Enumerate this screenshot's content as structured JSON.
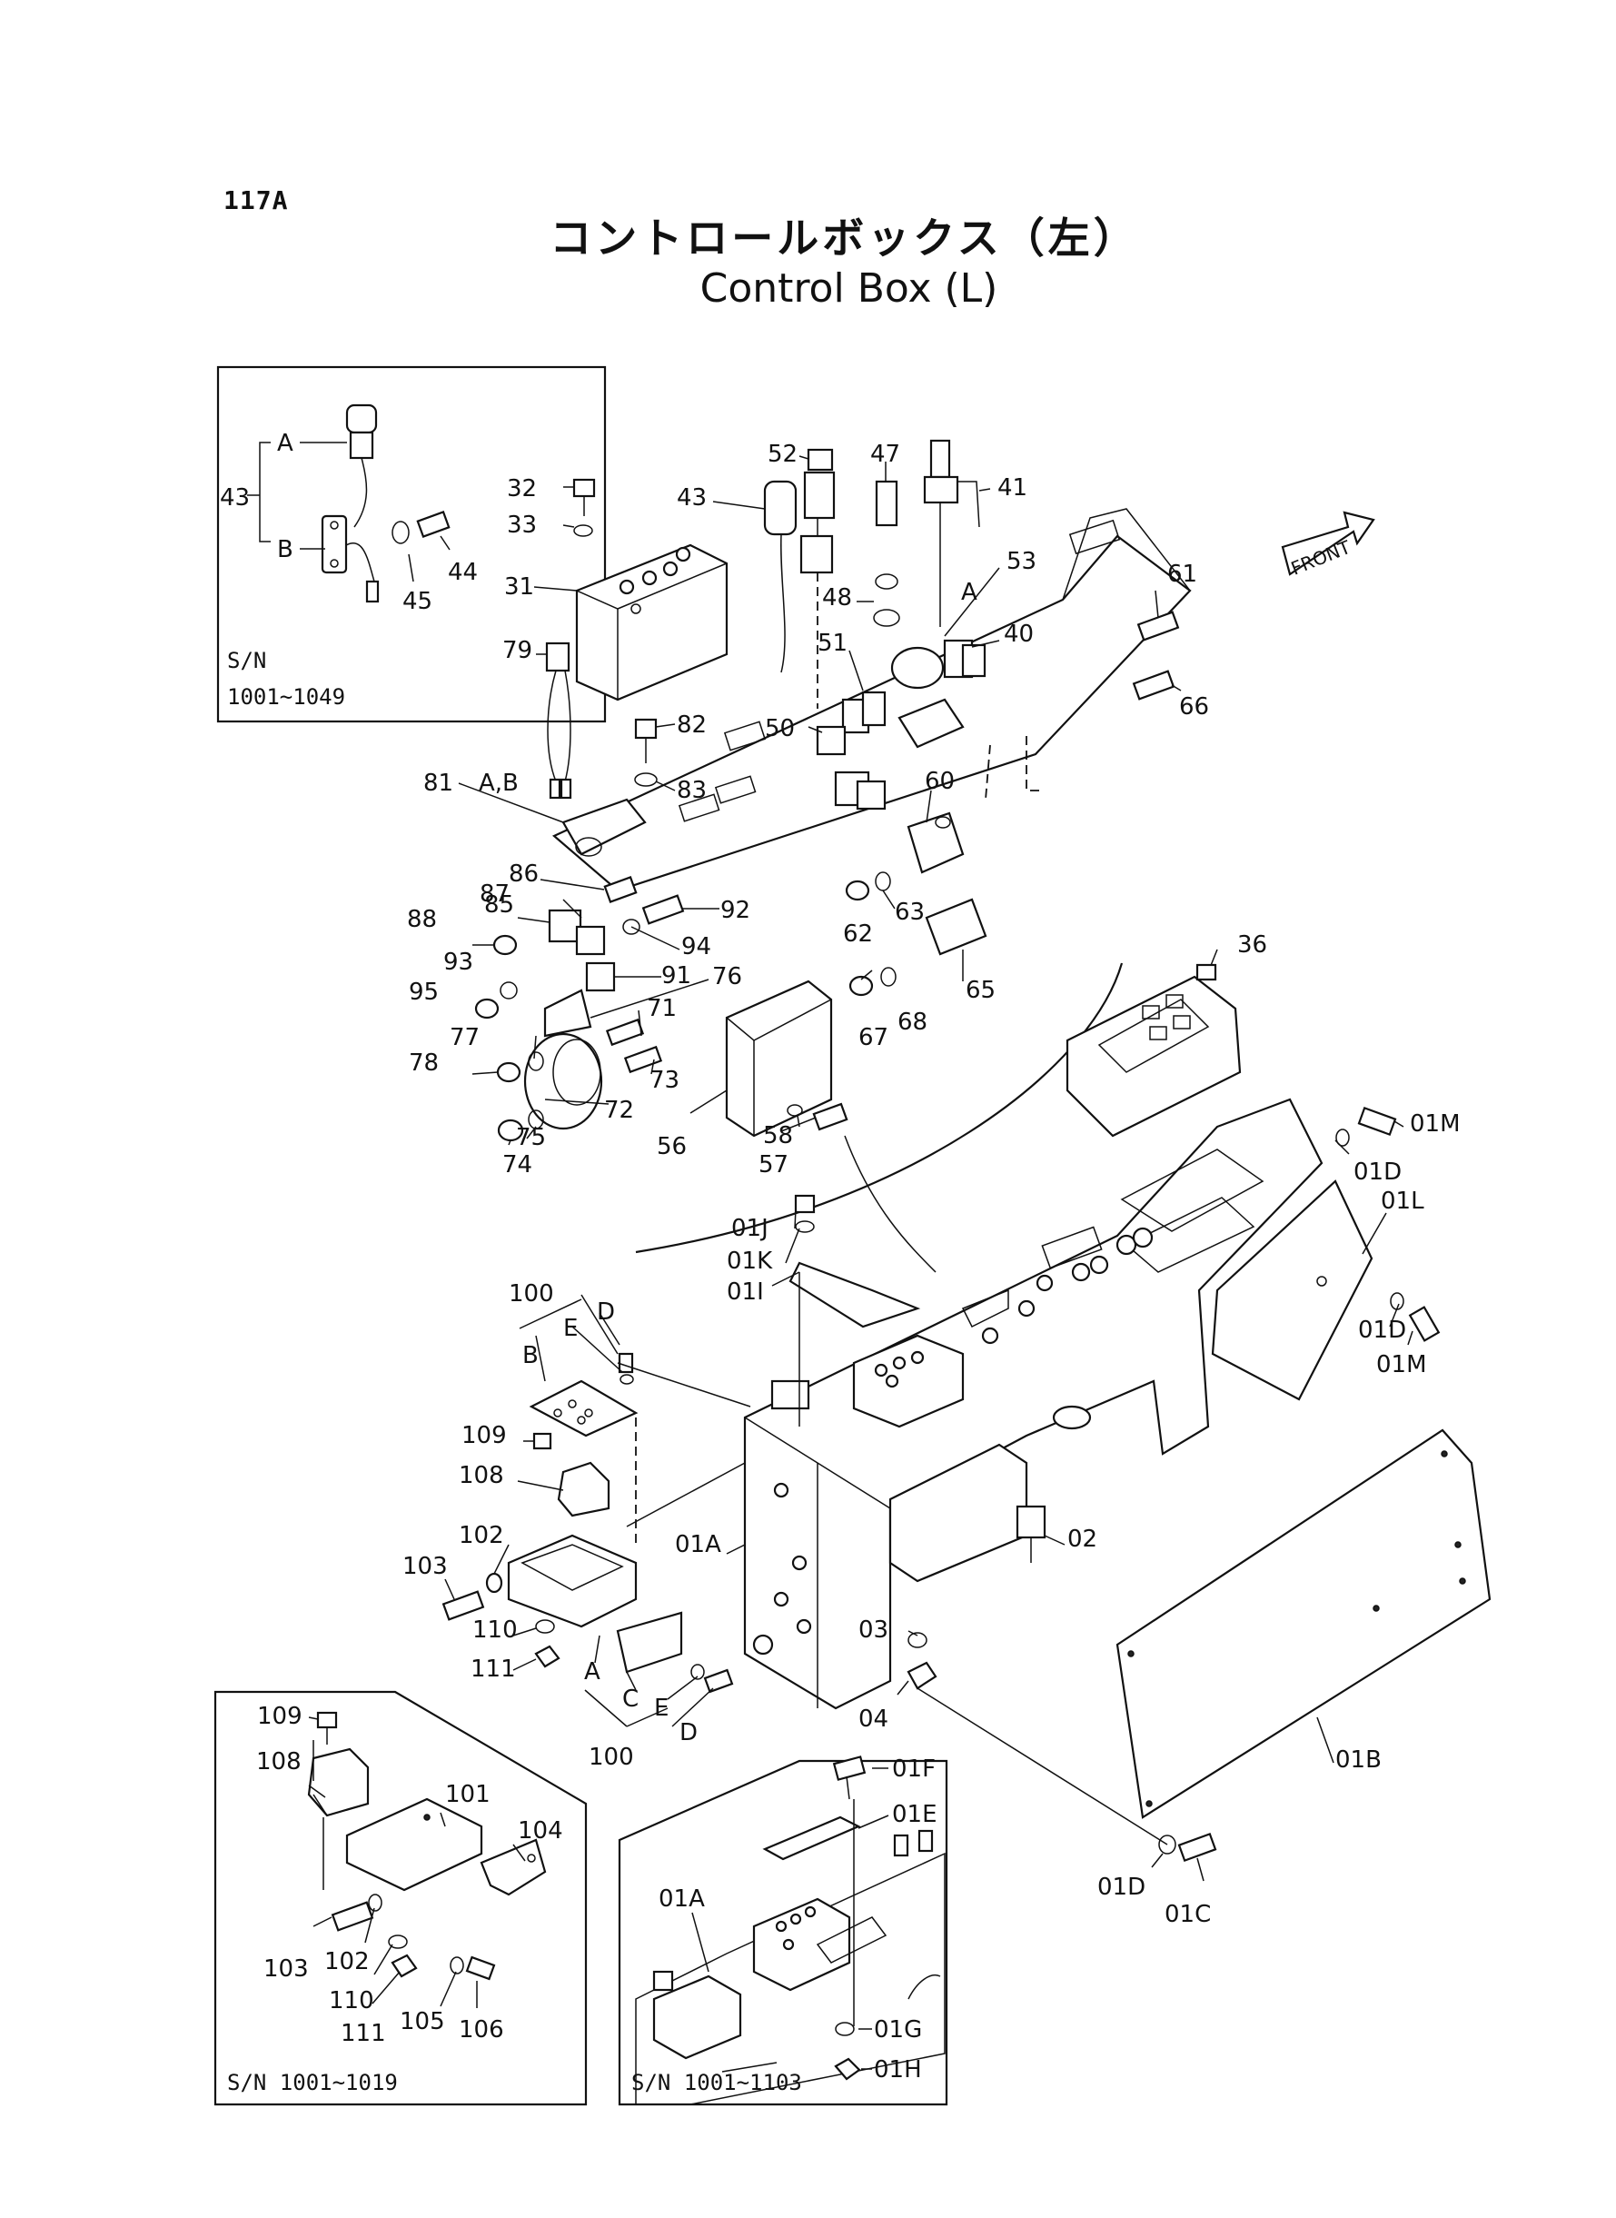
{
  "page_number": "117A",
  "title_japanese": "コントロールボックス（左）",
  "title_english": "Control Box (L)",
  "front_label": "FRONT",
  "inset_1": {
    "serial": "S/N",
    "serial_range": "1001~1049",
    "labels": {
      "a": "A",
      "b": "B",
      "p43": "43",
      "p44": "44",
      "p45": "45"
    }
  },
  "inset_2": {
    "serial": "S/N 1001~1019",
    "labels": {
      "p109": "109",
      "p108": "108",
      "p101": "101",
      "p104": "104",
      "p103": "103",
      "p102": "102",
      "p110": "110",
      "p111": "111",
      "p105": "105",
      "p106": "106"
    }
  },
  "inset_3": {
    "serial": "S/N 1001~1103",
    "labels": {
      "p01F": "01F",
      "p01E": "01E",
      "p01A": "01A",
      "p01G": "01G",
      "p01H": "01H"
    }
  },
  "upper_labels": {
    "p32": "32",
    "p33": "33",
    "p31": "31",
    "p43": "43",
    "p52": "52",
    "p47": "47",
    "p41": "41",
    "p53": "53",
    "pA": "A",
    "p48": "48",
    "p40": "40",
    "p61": "61",
    "p66": "66",
    "p51": "51",
    "p79": "79",
    "p82": "82",
    "p50": "50",
    "p81": "81",
    "pAB": "A,B",
    "p83": "83",
    "p60": "60",
    "p86": "86",
    "p87": "87",
    "p85": "85",
    "p92": "92",
    "p88": "88",
    "p94": "94",
    "p91": "91",
    "p63": "63",
    "p62": "62",
    "p76": "76",
    "p93": "93",
    "p65": "65",
    "p95": "95",
    "p71": "71",
    "p68": "68",
    "p67": "67",
    "p77": "77",
    "p73": "73",
    "p78": "78",
    "p72": "72",
    "p75": "75",
    "p74": "74",
    "p56": "56",
    "p58": "58",
    "p57": "57",
    "p36": "36"
  },
  "lower_labels": {
    "p01M_a": "01M",
    "p01D_a": "01D",
    "p01L": "01L",
    "p01J": "01J",
    "p01K": "01K",
    "p01I": "01I",
    "p100_a": "100",
    "pE_a": "E",
    "pD_a": "D",
    "pB": "B",
    "p01D_b": "01D",
    "p01M_b": "01M",
    "p109": "109",
    "p108": "108",
    "p102": "102",
    "p01A": "01A",
    "p02": "02",
    "p103": "103",
    "p110": "110",
    "p03": "03",
    "p111": "111",
    "pA": "A",
    "pC": "C",
    "pE_b": "E",
    "pD_b": "D",
    "p04": "04",
    "p100_b": "100",
    "p01B": "01B",
    "p01D_c": "01D",
    "p01C": "01C"
  }
}
